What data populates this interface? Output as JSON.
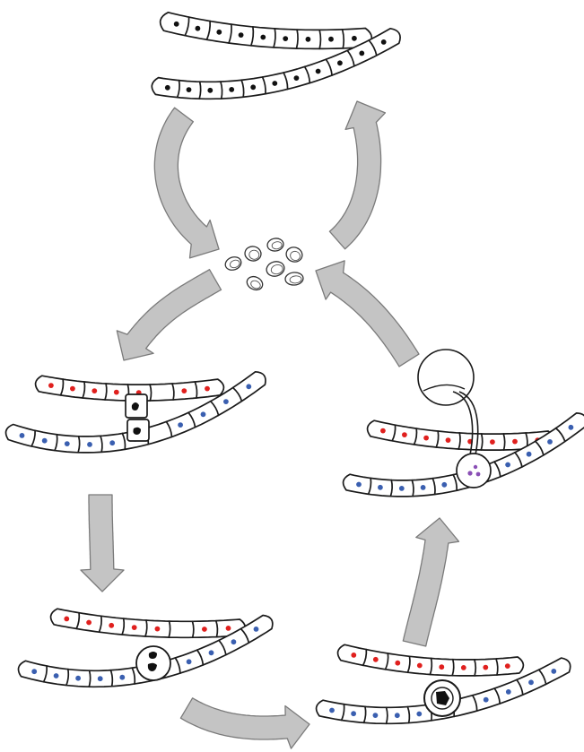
{
  "colors": {
    "outline": "#1a1a1a",
    "arrow_fill": "#c4c4c4",
    "arrow_stroke": "#7a7a7a",
    "nucleus_plus": "#e0201e",
    "nucleus_minus": "#3a5fb0",
    "nucleus_neutral": "#111111",
    "nucleus_zygote": "#8a4fb5"
  },
  "stages": [
    "vegetative-filaments",
    "zygospore-release",
    "conjugation-tube",
    "gamete-fusion",
    "zygospore",
    "germination"
  ]
}
